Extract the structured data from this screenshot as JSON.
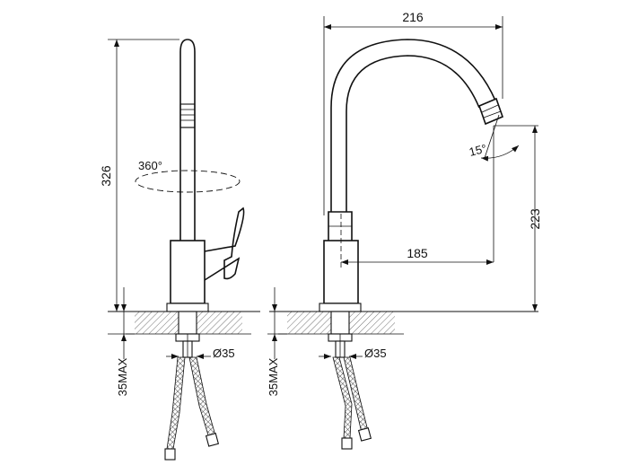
{
  "dimensions": {
    "height_total": "326",
    "rotation": "360°",
    "counter_thickness_left": "35MAX",
    "hole_diameter_left": "Ø35",
    "width_total": "216",
    "spout_angle": "15°",
    "spout_height": "223",
    "spout_reach": "185",
    "counter_thickness_right": "35MAX",
    "hole_diameter_right": "Ø35"
  },
  "colors": {
    "line": "#111111",
    "hatch": "#333333",
    "background": "#ffffff"
  }
}
